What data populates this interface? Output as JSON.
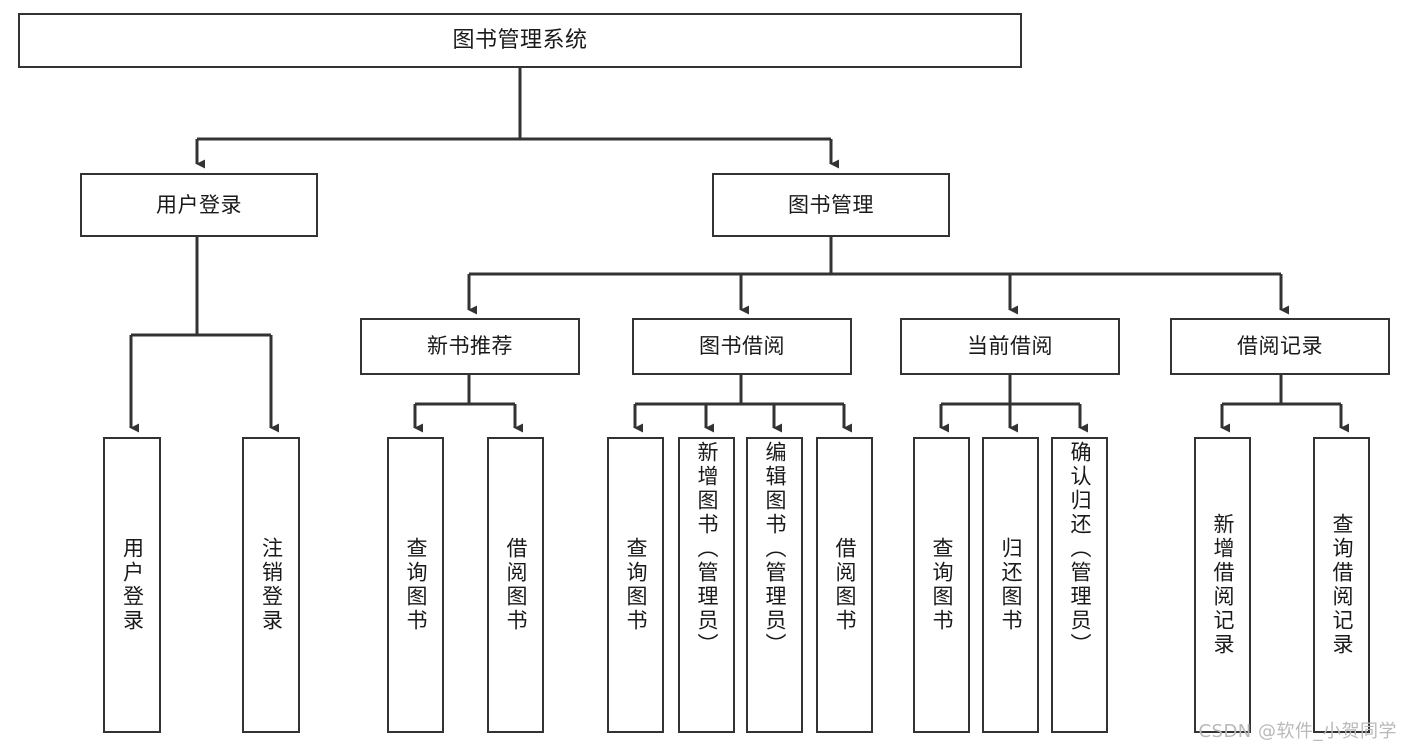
{
  "diagram": {
    "title": "图书管理系统",
    "type": "tree-hierarchy-chart",
    "colors": {
      "stroke": "#333333",
      "fill": "#ffffff",
      "text": "#1a1a1a",
      "watermark": "#b9b9b9"
    },
    "root": {
      "label": "图书管理系统"
    },
    "level1": [
      {
        "label": "用户登录"
      },
      {
        "label": "图书管理"
      }
    ],
    "level2": [
      {
        "label": "新书推荐"
      },
      {
        "label": "图书借阅"
      },
      {
        "label": "当前借阅"
      },
      {
        "label": "借阅记录"
      }
    ],
    "leaves": [
      {
        "label": "用户登录",
        "parent": "用户登录"
      },
      {
        "label": "注销登录",
        "parent": "用户登录"
      },
      {
        "label": "查询图书",
        "parent": "新书推荐"
      },
      {
        "label": "借阅图书",
        "parent": "新书推荐"
      },
      {
        "label": "查询图书",
        "parent": "图书借阅"
      },
      {
        "label": "新增图书（管理员）",
        "parent": "图书借阅"
      },
      {
        "label": "编辑图书（管理员）",
        "parent": "图书借阅"
      },
      {
        "label": "借阅图书",
        "parent": "图书借阅"
      },
      {
        "label": "查询图书",
        "parent": "当前借阅"
      },
      {
        "label": "归还图书",
        "parent": "当前借阅"
      },
      {
        "label": "确认归还（管理员）",
        "parent": "当前借阅"
      },
      {
        "label": "新增借阅记录",
        "parent": "借阅记录"
      },
      {
        "label": "查询借阅记录",
        "parent": "借阅记录"
      }
    ],
    "watermark": "CSDN @软件_小贺同学"
  }
}
